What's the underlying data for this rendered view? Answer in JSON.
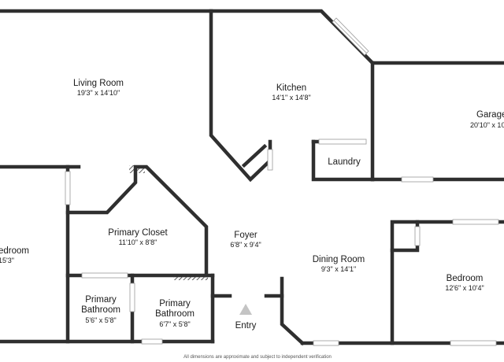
{
  "rooms": {
    "living_room": {
      "name": "Living Room",
      "dims": "19'3\" x 14'10\""
    },
    "kitchen": {
      "name": "Kitchen",
      "dims": "14'1\" x 14'8\""
    },
    "garage": {
      "name": "Garage",
      "dims": "20'10\" x 10"
    },
    "laundry": {
      "name": "Laundry"
    },
    "bedroom_left": {
      "name": "edroom",
      "dims": "15'3\""
    },
    "primary_closet": {
      "name": "Primary Closet",
      "dims": "11'10\" x 8'8\""
    },
    "foyer": {
      "name": "Foyer",
      "dims": "6'8\" x 9'4\""
    },
    "dining_room": {
      "name": "Dining Room",
      "dims": "9'3\" x 14'1\""
    },
    "bedroom_right": {
      "name": "Bedroom",
      "dims": "12'6\" x 10'4\""
    },
    "primary_bathroom_1": {
      "name_line1": "Primary",
      "name_line2": "Bathroom",
      "dims": "5'6\" x 5'8\""
    },
    "primary_bathroom_2": {
      "name_line1": "Primary",
      "name_line2": "Bathroom",
      "dims": "6'7\" x 5'8\""
    },
    "entry": {
      "name": "Entry"
    }
  },
  "disclaimer": "All dimensions are approximate and subject to independent verification",
  "colors": {
    "wall": "#2f2f2f",
    "text": "#1a1a1a",
    "entry_arrow": "#c4c4c4"
  }
}
